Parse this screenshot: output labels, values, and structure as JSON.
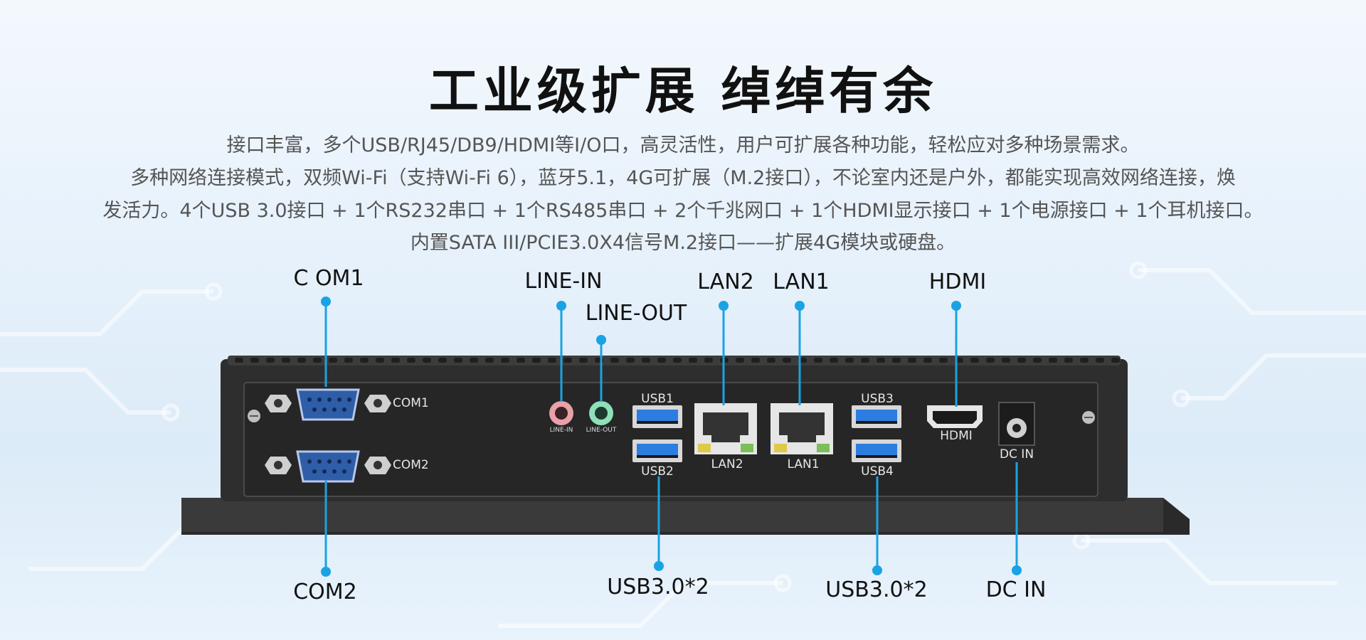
{
  "heading": {
    "title": "工业级扩展  绰绰有余"
  },
  "description": {
    "line1": "接口丰富，多个USB/RJ45/DB9/HDMI等I/O口，高灵活性，用户可扩展各种功能，轻松应对多种场景需求。",
    "line2": "多种网络连接模式，双频Wi-Fi（支持Wi-Fi 6），蓝牙5.1，4G可扩展（M.2接口），不论室内还是户外，都能实现高效网络连接，焕",
    "line3": "发活力。4个USB 3.0接口 + 1个RS232串口 + 1个RS485串口 + 2个千兆网口 + 1个HDMI显示接口 + 1个电源接口 + 1个耳机接口。",
    "line4": "内置SATA III/PCIE3.0X4信号M.2接口——扩展4G模块或硬盘。"
  },
  "callouts": {
    "com1": "C OM1",
    "line_in": "LINE-IN",
    "line_out": "LINE-OUT",
    "lan2": "LAN2",
    "lan1": "LAN1",
    "hdmi": "HDMI",
    "com2": "COM2",
    "usb_left": "USB3.0*2",
    "usb_right": "USB3.0*2",
    "dc_in": "DC IN"
  },
  "panel_labels": {
    "com1": "COM1",
    "com2": "COM2",
    "line_in": "LINE-IN",
    "line_out": "LINE-OUT",
    "usb1": "USB1",
    "usb2": "USB2",
    "usb3": "USB3",
    "usb4": "USB4",
    "lan2": "LAN2",
    "lan1": "LAN1",
    "hdmi": "HDMI",
    "dc_in": "DC IN"
  },
  "colors": {
    "accent": "#1aa3e3",
    "serial_port": "#2f5ea8",
    "line_in_jack": "#e8a1a8",
    "line_out_jack": "#8fe0b8",
    "usb_blue": "#2b7de0"
  }
}
